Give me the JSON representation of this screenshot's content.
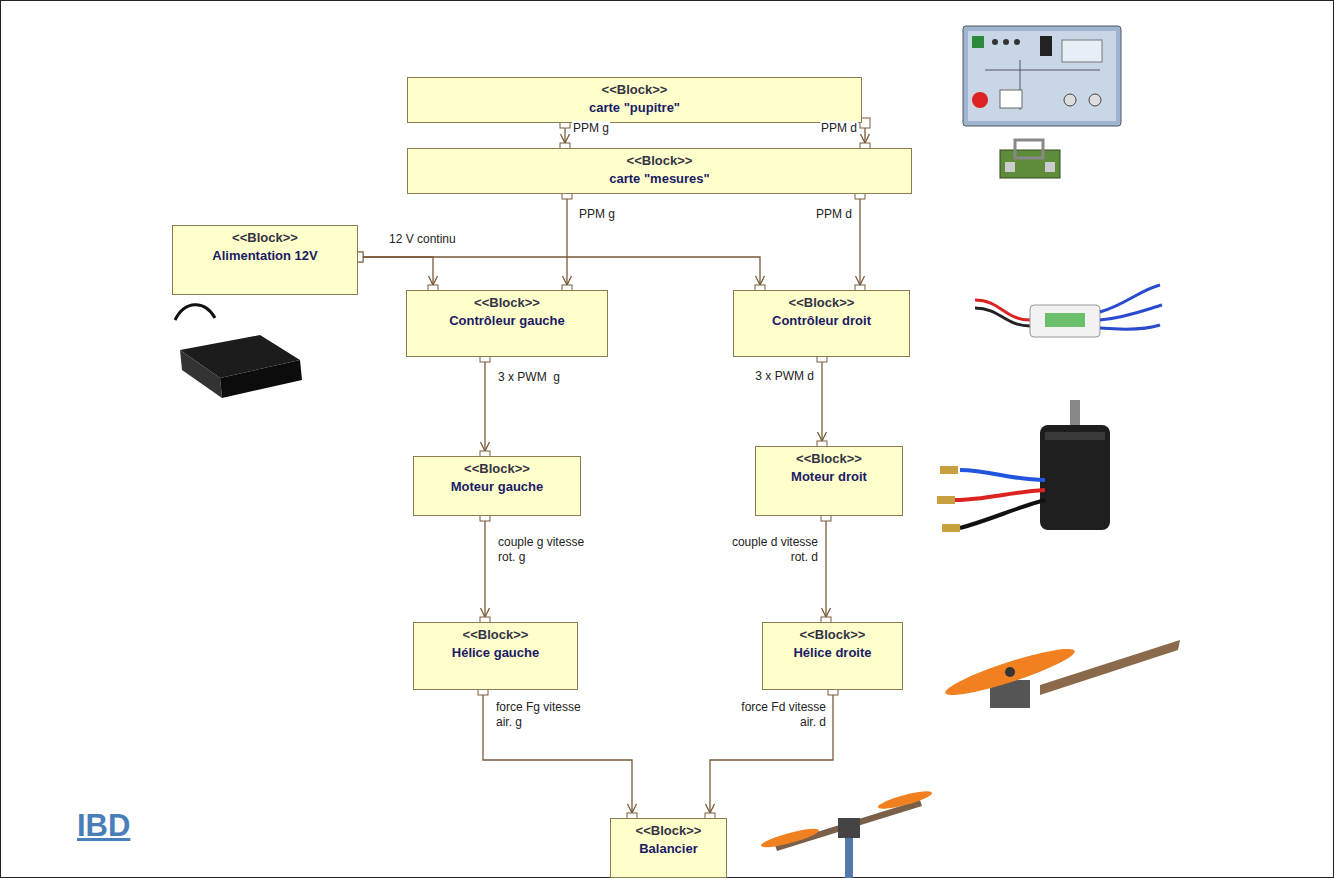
{
  "diagram": {
    "title": "IBD",
    "nodes": [
      {
        "text": [
          "<<Block>>",
          "carte \"pupitre\""
        ]
      },
      {
        "text": [
          "<<Block>>",
          "carte \"mesures\""
        ]
      },
      {
        "text": [
          "<<Block>>",
          "Alimentation 12V"
        ]
      },
      {
        "text": [
          "<<Block>>",
          "Contrôleur gauche"
        ]
      },
      {
        "text": [
          "<<Block>>",
          "Contrôleur droit"
        ]
      },
      {
        "text": [
          "<<Block>>",
          "Moteur gauche"
        ]
      },
      {
        "text": [
          "<<Block>>",
          "Moteur droit"
        ]
      },
      {
        "text": [
          "<<Block>>",
          "Hélice gauche"
        ]
      },
      {
        "text": [
          "<<Block>>",
          "Hélice droite"
        ]
      },
      {
        "text": [
          "<<Block>>",
          "Balancier"
        ]
      }
    ],
    "edges": [
      {
        "from": 0,
        "to": 1,
        "arrow": "to",
        "label": "PPM g"
      },
      {
        "from": 0,
        "to": 1,
        "arrow": "to",
        "label": "PPM d"
      },
      {
        "from": 1,
        "to": 3,
        "arrow": "to",
        "label": "PPM g"
      },
      {
        "from": 1,
        "to": 4,
        "arrow": "to",
        "label": "PPM d"
      },
      {
        "from": 2,
        "to": 3,
        "arrow": "to",
        "label": "12 V continu"
      },
      {
        "from": 2,
        "to": 4,
        "arrow": "to"
      },
      {
        "from": 3,
        "to": 5,
        "arrow": "to",
        "label": "3 x PWM  g"
      },
      {
        "from": 4,
        "to": 6,
        "arrow": "to",
        "label": "3 x PWM d"
      },
      {
        "from": 5,
        "to": 7,
        "arrow": "to",
        "label": "couple g vitesse rot. g"
      },
      {
        "from": 6,
        "to": 8,
        "arrow": "to",
        "label": "couple d vitesse rot. d"
      },
      {
        "from": 7,
        "to": 9,
        "arrow": "to",
        "label": "force Fg vitesse air. g"
      },
      {
        "from": 8,
        "to": 9,
        "arrow": "to",
        "label": "force Fd vitesse air. d"
      }
    ]
  }
}
